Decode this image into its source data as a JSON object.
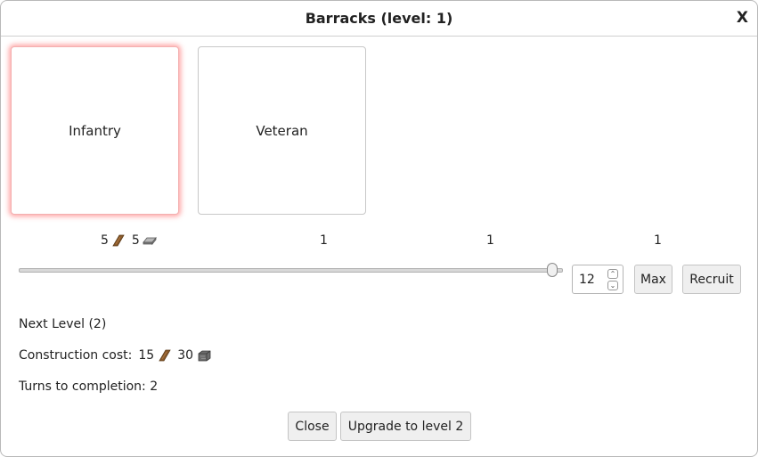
{
  "dialog": {
    "title": "Barracks (level: 1)",
    "close_label": "X"
  },
  "units": [
    {
      "name": "Infantry",
      "selected": true
    },
    {
      "name": "Veteran",
      "selected": false
    }
  ],
  "cost_row": {
    "infantry_wood": "5",
    "infantry_metal": "5",
    "col2": "1",
    "col3": "1",
    "col4": "1"
  },
  "recruit": {
    "slider_fraction": 0.98,
    "count": "12",
    "max_label": "Max",
    "recruit_label": "Recruit"
  },
  "next_level": {
    "heading": "Next Level (2)",
    "construction_label": "Construction cost:",
    "wood_cost": "15",
    "stone_cost": "30",
    "turns_label": "Turns to completion: 2"
  },
  "footer": {
    "close_label": "Close",
    "upgrade_label": "Upgrade to level 2"
  },
  "icons": {
    "wood": "wood-plank-icon",
    "metal": "metal-ingot-icon",
    "stone": "stone-block-icon"
  },
  "colors": {
    "selected_glow": "#ff5a5a",
    "wood": "#8a5a2b",
    "metal": "#8f8f8f"
  }
}
